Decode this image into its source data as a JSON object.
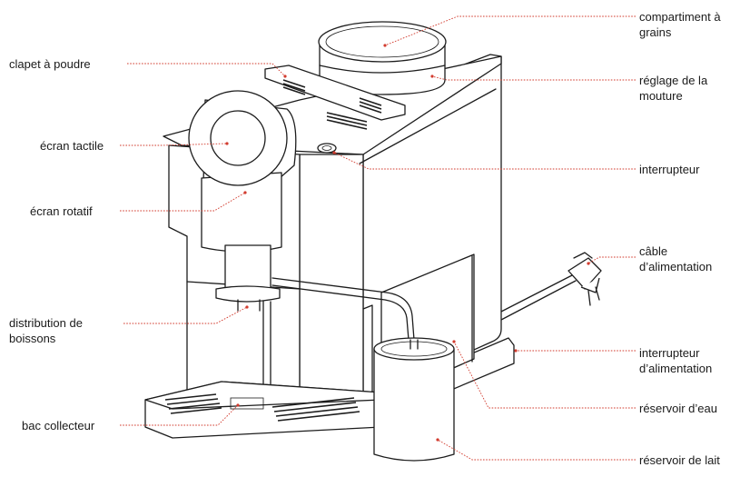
{
  "labels": {
    "clapet": "clapet à poudre",
    "ecran_tactile": "écran tactile",
    "ecran_rotatif": "écran rotatif",
    "distribution_1": "distribution de",
    "distribution_2": "boissons",
    "bac": "bac collecteur",
    "compartiment_1": "compartiment à",
    "compartiment_2": "grains",
    "reglage_1": "réglage de la",
    "reglage_2": "mouture",
    "interrupteur": "interrupteur",
    "cable_1": "câble",
    "cable_2": "d’alimentation",
    "interrupteur_alim_1": "interrupteur",
    "interrupteur_alim_2": "d’alimentation",
    "reservoir_eau": "réservoir d’eau",
    "reservoir_lait": "réservoir de lait"
  },
  "colors": {
    "leader": "#d23b2e",
    "outline": "#1c1c1c",
    "background": "#ffffff"
  }
}
